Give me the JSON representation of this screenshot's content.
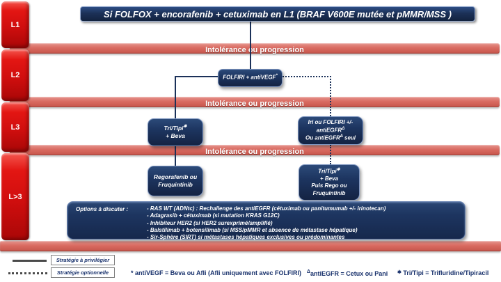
{
  "banner": {
    "text": "Si FOLFOX + encorafenib + cetuximab en L1  (BRAF V600E mutée et pMMR/MSS )"
  },
  "sidebar": {
    "items": [
      {
        "label": "L1"
      },
      {
        "label": "L2"
      },
      {
        "label": "L3"
      },
      {
        "label": "L>3"
      }
    ]
  },
  "progression": {
    "label": "Intolérance ou progression"
  },
  "nodes": {
    "l2": {
      "pre": "FOLFIRI + antiVEGF",
      "sup": "*"
    },
    "l3_left": {
      "line1": "Tri/Tipi",
      "line1_sup": "✱",
      "line2": "+ Beva"
    },
    "l3_right": {
      "line1": "Iri ou FOLFIRI +/-",
      "line2": "antiEGFR",
      "line2_sup": "Δ",
      "line3_pre": "Ou antiEGFR",
      "line3_sup": "Δ",
      "line3_post": " seul"
    },
    "l4_left": {
      "line1": "Regorafenib ou",
      "line2": "Fruquintinib"
    },
    "l4_right": {
      "line1": "Tri/Tipi",
      "line1_sup": "✱",
      "line2": "+ Beva",
      "line3": "Puis Rego ou",
      "line4": "Fruquintinib"
    }
  },
  "options": {
    "label": "Options à discuter :",
    "items": [
      "- RAS WT (ADNtc) : Rechallenge des antiEGFR (cétuximab ou panitumumab +/- irinotecan)",
      "- Adagrasib + cétuximab (si mutation KRAS G12C)",
      "- Inhibiteur HER2 (si HER2 surexprimé/amplifié)",
      "- Balstilimab + botensilimab (si MSS/pMMR et absence de métastase hépatique)",
      "- Sir-Sphère (SIRT) si métastases hépatiques exclusives ou prédominantes"
    ]
  },
  "legend": {
    "solid_label": "Stratégie à privilégier",
    "dotted_label": "Stratégie optionnelle"
  },
  "footnotes": [
    {
      "marker": "*",
      "text": " antiVEGF = Beva ou Afli (Afli uniquement avec FOLFIRI)"
    },
    {
      "marker": "Δ",
      "text": "antiEGFR = Cetux ou Pani"
    },
    {
      "marker": "✱",
      "text": " Tri/Tipi = Trifluridine/Tipiracil"
    }
  ],
  "colors": {
    "navy": "#1b3159",
    "red": "#d00e0e",
    "salmon": "#d96b61"
  }
}
